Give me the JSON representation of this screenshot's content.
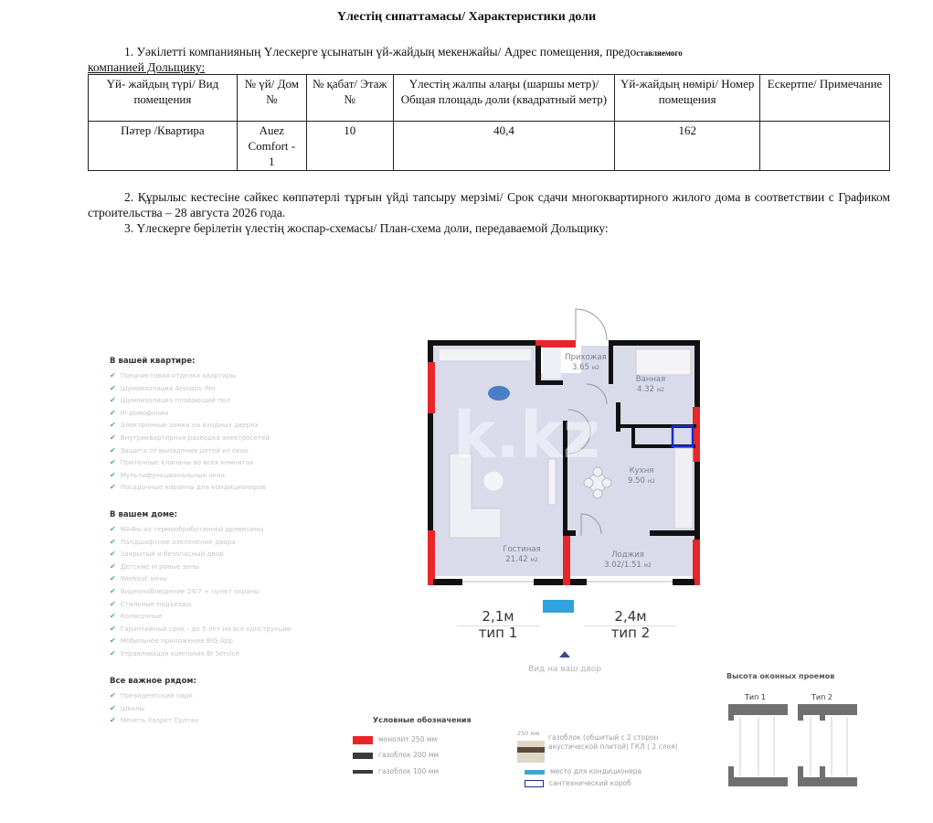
{
  "document": {
    "title": "Үлестің сипаттамасы/ Характеристики доли",
    "section1": {
      "line1": "1. Уәкілетті компанияның Үлескерге ұсынатын үй-жайдың мекенжайы/ Адрес помещения, предо",
      "line1_tail": "ставляемого",
      "line2": "компанией Дольщику:"
    },
    "table": {
      "headers": [
        "Үй- жайдың түрі/ Вид помещения",
        "№ үй/ Дом №",
        "№ қабат/ Этаж №",
        "Үлестің жалпы алаңы (шаршы метр)/ Общая площадь доли (квадратный метр)",
        "Үй-жайдың нөмірі/ Номер помещения",
        "Ескертпе/ Примечание"
      ],
      "rows": [
        [
          "Пәтер /Квартира",
          "Auez Comfort - 1",
          "10",
          "40,4",
          "162",
          ""
        ]
      ]
    },
    "section2": "2. Құрылыс кестесіне сәйкес көппәтерлі тұрғын үйді тапсыру мерзімі/ Срок сдачи многоквартирного жилого дома в соответствии с Графиком строительства – 28 августа 2026 года.",
    "section3": "3. Үлескерге берілетін үлестің жоспар-схемасы/ План-схема доли, передаваемой Дольщику:"
  },
  "features": {
    "apartment": {
      "title": "В вашей квартире:",
      "items": [
        "Предчистовая отделка квартиры",
        "Шумоизоляция Acoustic Pro",
        "Шумоизоляция плавающий пол",
        "IP-домофония",
        "Электронные замки на входных дверях",
        "Внутриквартирная разводка электросетей",
        "Защита от выпадения детей из окон",
        "Приточные клапаны во всех комнатах",
        "Мультифункциональные окна",
        "Посадочные корзины для кондиционеров"
      ]
    },
    "building": {
      "title": "В вашем доме:",
      "items": [
        "МАФы из термообработанной древесины",
        "Ландшафтное озеленение двора",
        "Закрытый и безопасный двор",
        "Детские игровые зоны",
        "Workout зоны",
        "Видеонаблюдение 24/7 + пункт охраны",
        "Стильные подъезды",
        "Колясочные",
        "Гарантийный срок - до 5 лет на все конструкции",
        "Мобильное приложение BIG App",
        "Управляющая компания BI Service"
      ]
    },
    "nearby": {
      "title": "Все важное рядом:",
      "items": [
        "Президентский парк",
        "Школы",
        "Мечеть Хазрет Султан"
      ]
    },
    "check_icon": "✔"
  },
  "plan": {
    "rooms": [
      {
        "name": "Прихожая",
        "area": "3.65",
        "unit": "м2"
      },
      {
        "name": "Ванная",
        "area": "4.32",
        "unit": "м2"
      },
      {
        "name": "Кухня",
        "area": "9.50",
        "unit": "м2"
      },
      {
        "name": "Гостиная",
        "area": "21.42",
        "unit": "м2"
      },
      {
        "name": "Лоджия",
        "area": "3.02/1.51",
        "unit": "м2"
      }
    ],
    "window_types": [
      {
        "height": "2,1м",
        "type": "тип 1"
      },
      {
        "height": "2,4м",
        "type": "тип 2"
      }
    ],
    "view_label": "Вид на ваш двор",
    "watermark": "k.kz"
  },
  "legend": {
    "title": "Условные обозначения",
    "items": [
      {
        "label": "монолит 250 мм",
        "color": "#e8262a"
      },
      {
        "label": "газоблок 200 мм",
        "color": "#3a3a3a"
      },
      {
        "label": "газоблок 100 мм",
        "color": "#3a3a3a"
      }
    ],
    "wall_thickness": "250 мм",
    "composite_wall": "газоблок (обшитый с 2 сторон акустической плитой) ГКЛ ( 2 слоя)",
    "ac_place": "место для кондиционера",
    "ac_color": "#3aa6d6",
    "plumbing_box": "сантехнический короб",
    "plumbing_color": "#1a2c8a"
  },
  "window_heights": {
    "title": "Высота оконных проемов",
    "types": [
      "Тип 1",
      "Тип 2"
    ]
  },
  "colors": {
    "monolith": "#e8262a",
    "wall": "#111111",
    "floor": "#d9dbeb",
    "ac": "#2ea3dd"
  }
}
